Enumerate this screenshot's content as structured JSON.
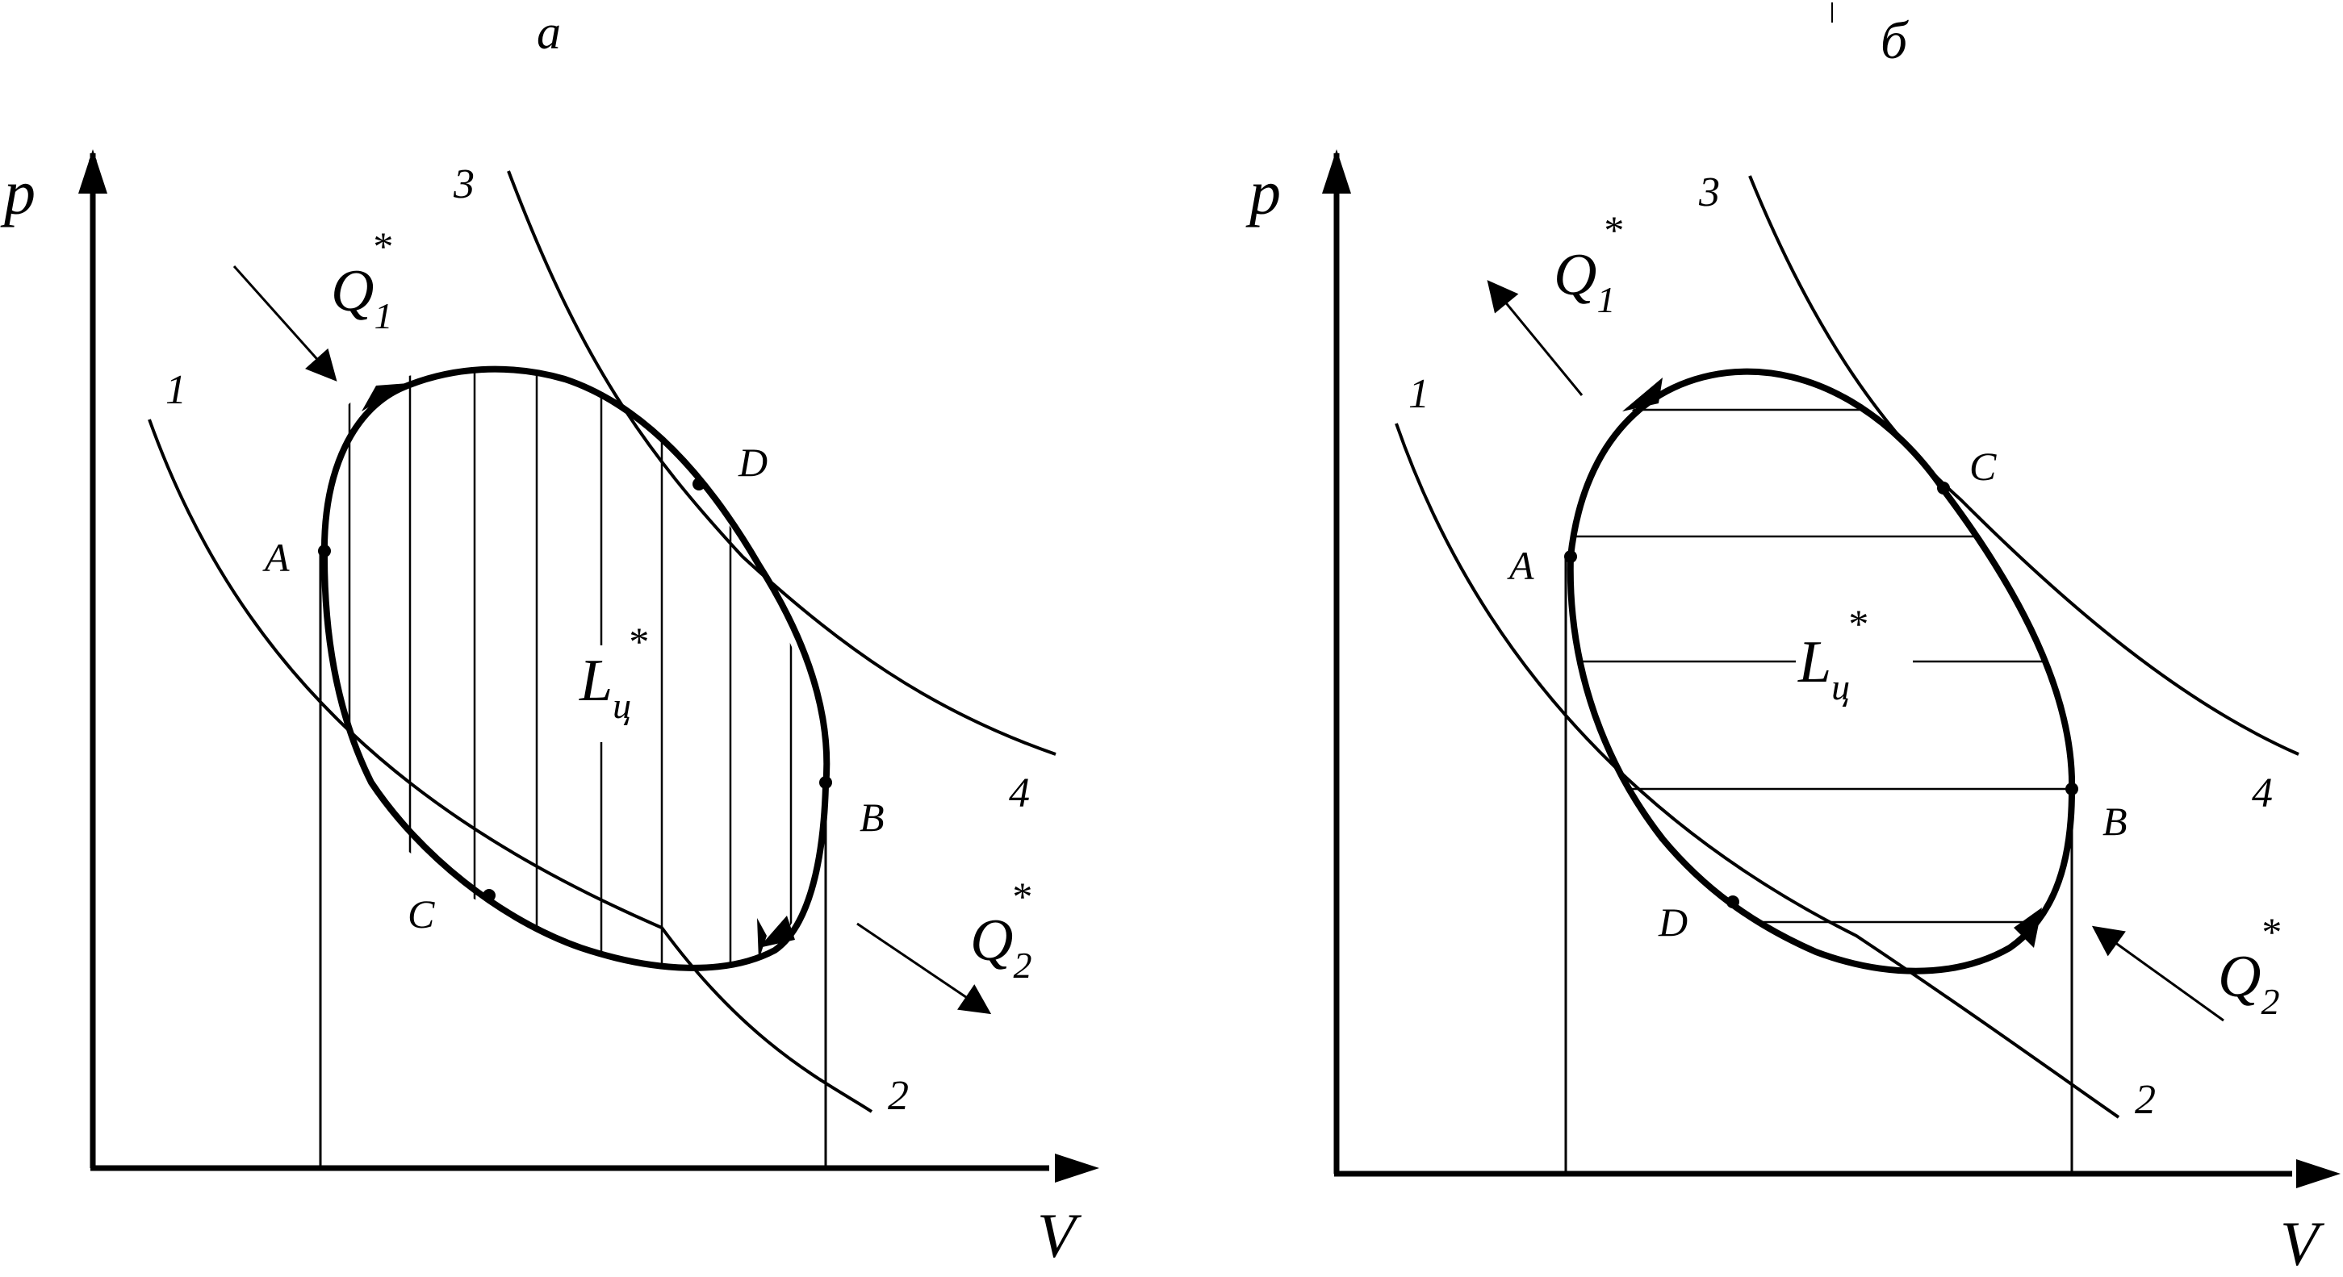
{
  "panels": [
    {
      "id": "a",
      "title": "а",
      "axis_y": "p",
      "axis_x": "V",
      "curve_labels": {
        "c1": "1",
        "c2": "2",
        "c3": "3",
        "c4": "4"
      },
      "points": {
        "A": "A",
        "B": "B",
        "C": "C",
        "D": "D"
      },
      "heat_in": {
        "letter": "Q",
        "sub": "1",
        "sup": "*"
      },
      "heat_out": {
        "letter": "Q",
        "sub": "2",
        "sup": "*"
      },
      "work": {
        "letter": "L",
        "sub": "ц",
        "sup": "*"
      },
      "cycle_direction": "clockwise",
      "hatch": "vertical"
    },
    {
      "id": "b",
      "title": "б",
      "axis_y": "p",
      "axis_x": "V",
      "curve_labels": {
        "c1": "1",
        "c2": "2",
        "c3": "3",
        "c4": "4"
      },
      "points": {
        "A": "A",
        "B": "B",
        "C": "C",
        "D": "D"
      },
      "heat_in": {
        "letter": "Q",
        "sub": "1",
        "sup": "*"
      },
      "heat_out": {
        "letter": "Q",
        "sub": "2",
        "sup": "*"
      },
      "work": {
        "letter": "L",
        "sub": "ц",
        "sup": "*"
      },
      "cycle_direction": "counterclockwise",
      "hatch": "horizontal"
    }
  ],
  "colors": {
    "ink": "#000000",
    "background": "#ffffff"
  }
}
